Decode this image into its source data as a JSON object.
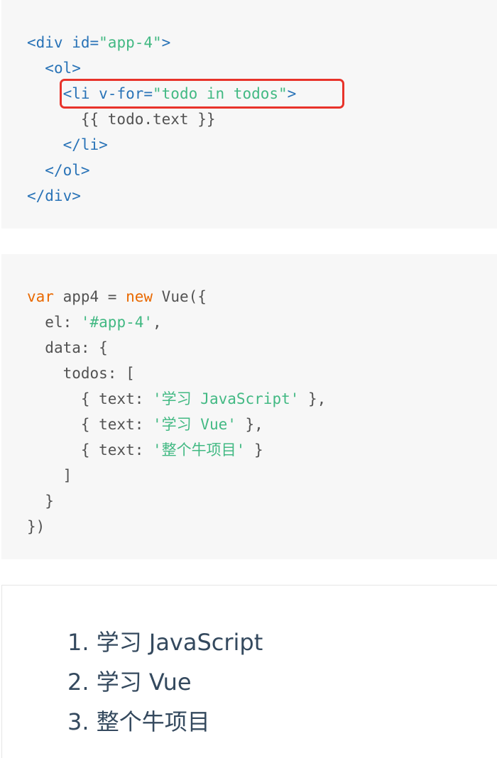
{
  "html_code": {
    "line1": {
      "open": "<div ",
      "attr": "id=",
      "val": "\"app-4\"",
      "close": ">"
    },
    "line2": "<ol>",
    "line3": {
      "open": "<li ",
      "attr": "v-for=",
      "val": "\"todo in todos\"",
      "close": ">"
    },
    "line4": "{{ todo.text }}",
    "line5": "</li>",
    "line6": "</ol>",
    "line7": "</div>"
  },
  "js_code": {
    "kw_var": "var",
    "app_assign": " app4 = ",
    "kw_new": "new",
    "vue_call": " Vue({",
    "el_key": "el: ",
    "el_val": "'#app-4'",
    "comma": ",",
    "data_open": "data: {",
    "todos_open": "todos: [",
    "items": [
      {
        "pre": "{ text: ",
        "val": "'学习 JavaScript'",
        "post": " },"
      },
      {
        "pre": "{ text: ",
        "val": "'学习 Vue'",
        "post": " },"
      },
      {
        "pre": "{ text: ",
        "val": "'整个牛项目'",
        "post": " }"
      }
    ],
    "bracket_close": "]",
    "brace_close": "}",
    "end": "})"
  },
  "result": {
    "items": [
      "1. 学习 JavaScript",
      "2. 学习 Vue",
      "3. 整个牛项目"
    ]
  },
  "colors": {
    "tag": "#2973b7",
    "string": "#42b983",
    "keyword": "#e96900",
    "plain": "#525252",
    "highlight_border": "#e8332a",
    "code_bg": "#f7f7f7",
    "list_text": "#34495e"
  }
}
